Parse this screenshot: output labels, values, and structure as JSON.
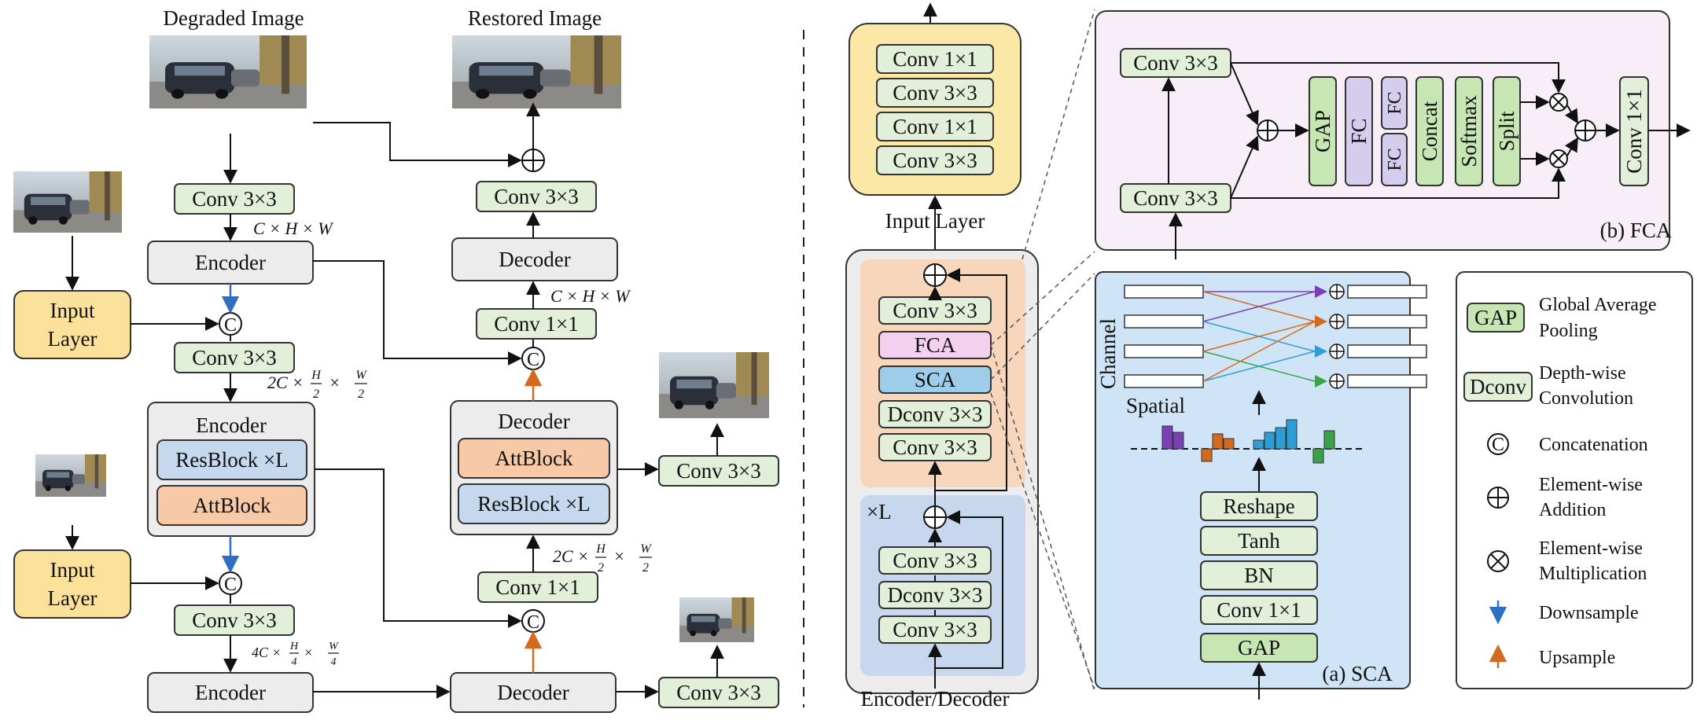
{
  "labels": {
    "degraded_image": "Degraded Image",
    "restored_image": "Restored Image",
    "input_layer_line1": "Input",
    "input_layer_line2": "Layer",
    "encoder": "Encoder",
    "decoder": "Decoder",
    "resblock": "ResBlock ×L",
    "attblock": "AttBlock",
    "conv3": "Conv 3×3",
    "conv1": "Conv 1×1",
    "dconv3": "Dconv 3×3",
    "fca": "FCA",
    "sca": "SCA",
    "gap": "GAP",
    "fc": "FC",
    "concat": "Concat",
    "softmax": "Softmax",
    "split": "Split",
    "reshape": "Reshape",
    "tanh": "Tanh",
    "bn": "BN",
    "input_layer": "Input Layer",
    "encoder_decoder": "Encoder/Decoder",
    "times_l": "×L",
    "channel": "Channel",
    "spatial": "Spatial",
    "caption_fca": "(b) FCA",
    "caption_sca": "(a) SCA",
    "concat_symbol": "C"
  },
  "dims": {
    "d1": "C × H × W",
    "d1_decoder": "C × H × W",
    "d2_prefix": "2C ×",
    "d2_h": "H",
    "d2_w": "W",
    "d2_den": "2",
    "d3_prefix": "4C ×",
    "d3_h": "H",
    "d3_w": "W",
    "d3_den": "4",
    "times": "×"
  },
  "legend": {
    "gap_tag": "GAP",
    "gap_line1": "Global Average",
    "gap_line2": "Pooling",
    "dconv_tag": "Dconv",
    "dconv_line1": "Depth-wise",
    "dconv_line2": "Convolution",
    "concatenation": "Concatenation",
    "add_line1": "Element-wise",
    "add_line2": "Addition",
    "mul_line1": "Element-wise",
    "mul_line2": "Multiplication",
    "downsample": "Downsample",
    "upsample": "Upsample"
  },
  "colors": {
    "conv_fill": "#e2efd9",
    "gap_fill": "#c6e7b4",
    "gray_fill": "#ececec",
    "input_layer_fill": "#fbe19a",
    "res_fill": "#c5d8ee",
    "att_fill": "#f7c9a7",
    "fca_fill": "#f3d0ee",
    "sca_fill": "#9ecde9",
    "fc_fill": "#d6cdee",
    "fca_panel": "#f8eef7",
    "sca_panel": "#cfe4f6",
    "orange_block": "#f7d6bb",
    "blue_block": "#c7d7ee",
    "yellow_block": "#fbe8a6",
    "down_arrow": "#2e6fc4",
    "up_arrow": "#d46a1e"
  }
}
